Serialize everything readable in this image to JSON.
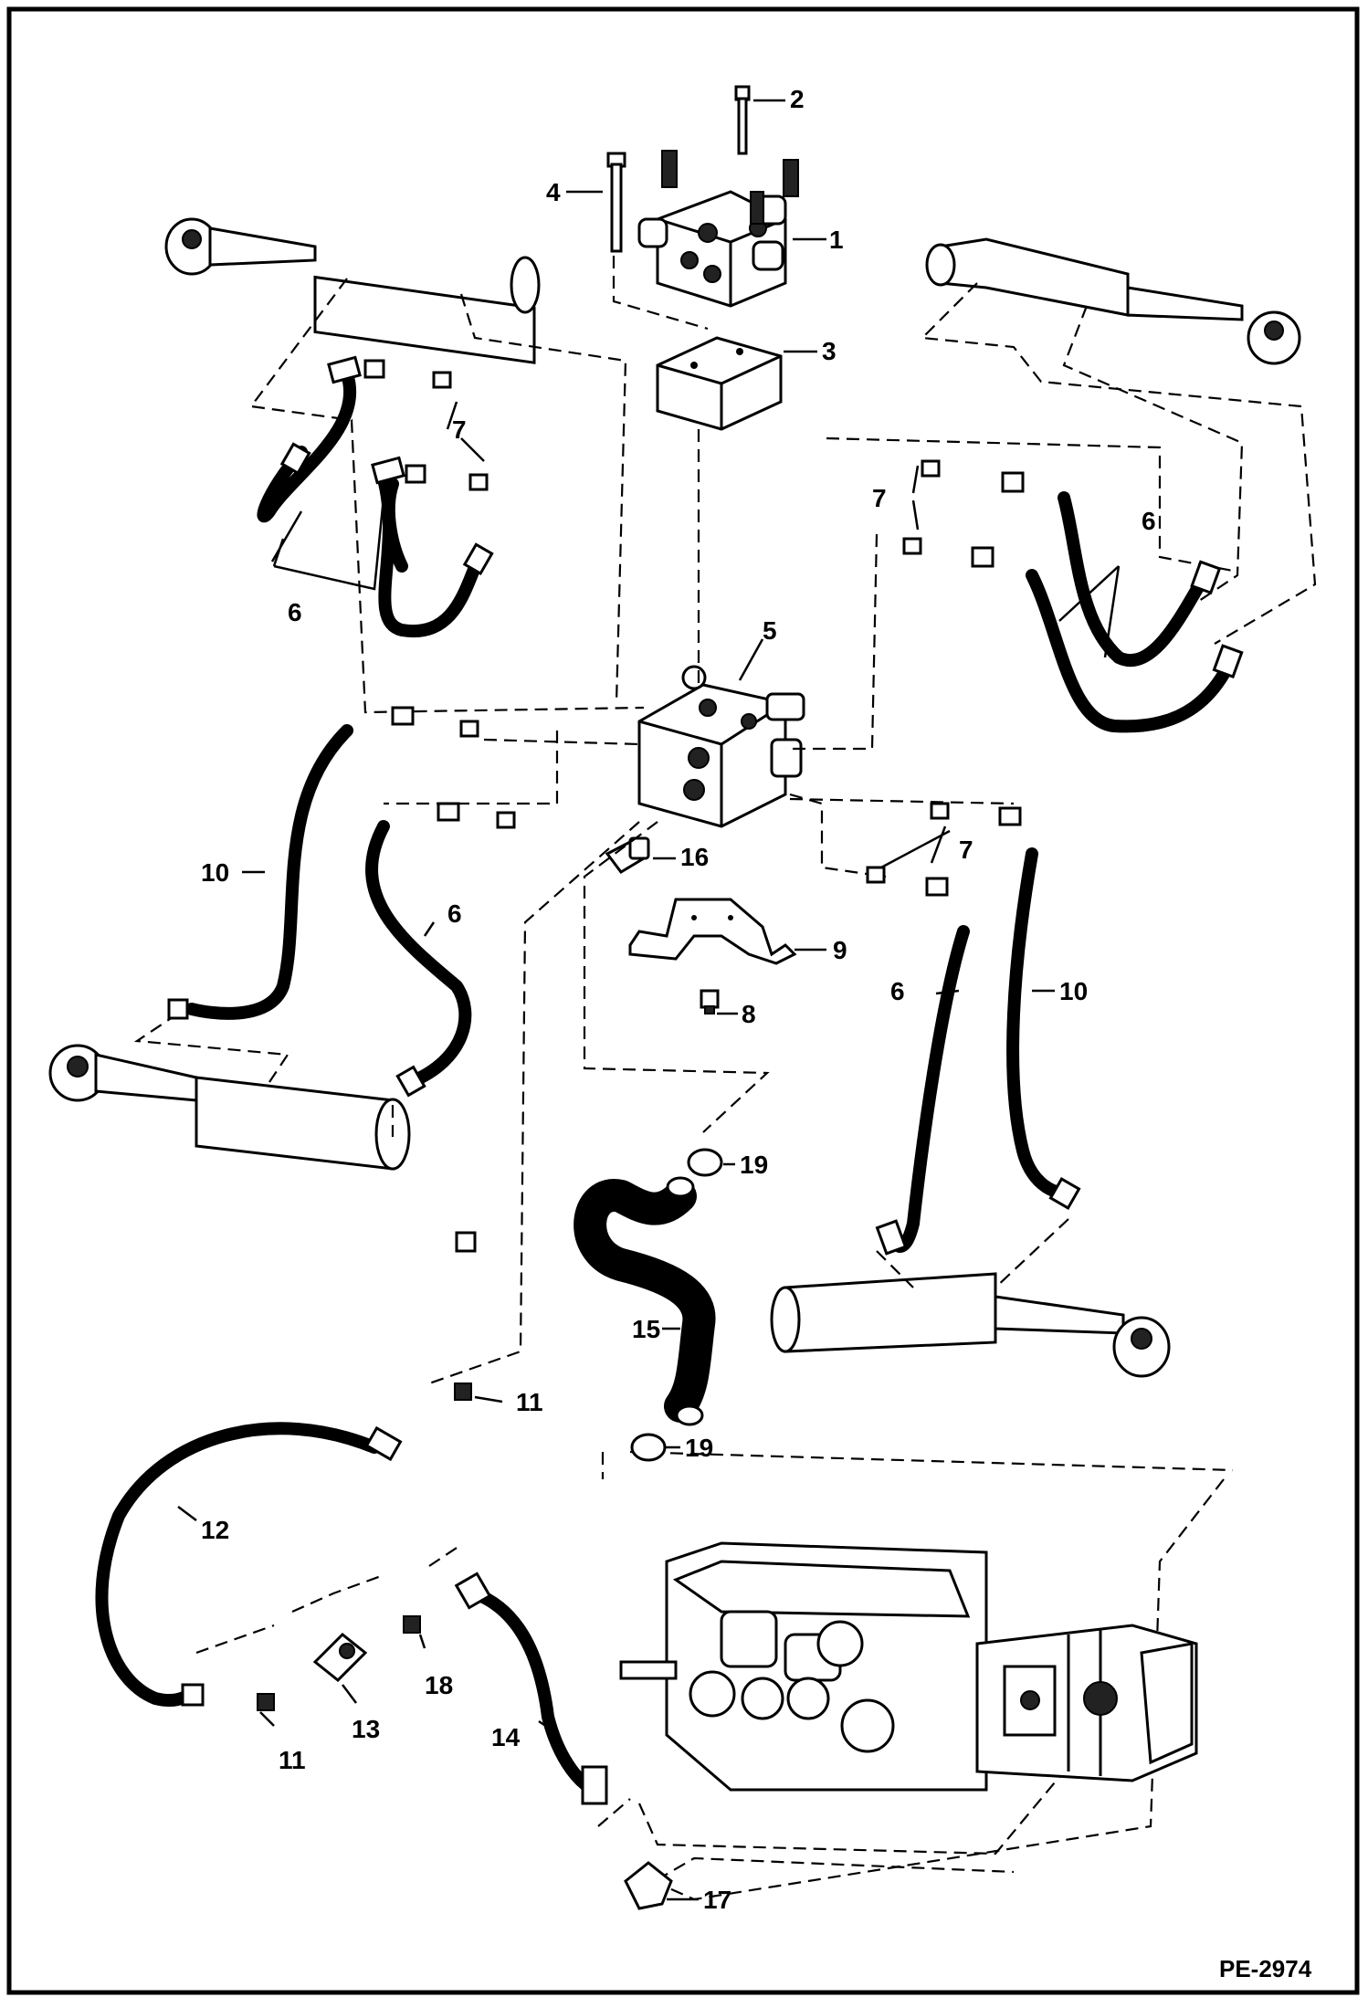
{
  "diagram": {
    "drawing_code": "PE-2974",
    "callouts": [
      {
        "id": "c1",
        "text": "1"
      },
      {
        "id": "c2",
        "text": "2"
      },
      {
        "id": "c3",
        "text": "3"
      },
      {
        "id": "c4",
        "text": "4"
      },
      {
        "id": "c5",
        "text": "5"
      },
      {
        "id": "c6a",
        "text": "6"
      },
      {
        "id": "c6b",
        "text": "6"
      },
      {
        "id": "c6c",
        "text": "6"
      },
      {
        "id": "c6d",
        "text": "6"
      },
      {
        "id": "c7a",
        "text": "7"
      },
      {
        "id": "c7b",
        "text": "7"
      },
      {
        "id": "c7c",
        "text": "7"
      },
      {
        "id": "c8",
        "text": "8"
      },
      {
        "id": "c9",
        "text": "9"
      },
      {
        "id": "c10a",
        "text": "10"
      },
      {
        "id": "c10b",
        "text": "10"
      },
      {
        "id": "c11a",
        "text": "11"
      },
      {
        "id": "c11b",
        "text": "11"
      },
      {
        "id": "c12",
        "text": "12"
      },
      {
        "id": "c13",
        "text": "13"
      },
      {
        "id": "c14",
        "text": "14"
      },
      {
        "id": "c15",
        "text": "15"
      },
      {
        "id": "c16",
        "text": "16"
      },
      {
        "id": "c17",
        "text": "17"
      },
      {
        "id": "c18",
        "text": "18"
      },
      {
        "id": "c19a",
        "text": "19"
      },
      {
        "id": "c19b",
        "text": "19"
      }
    ]
  }
}
